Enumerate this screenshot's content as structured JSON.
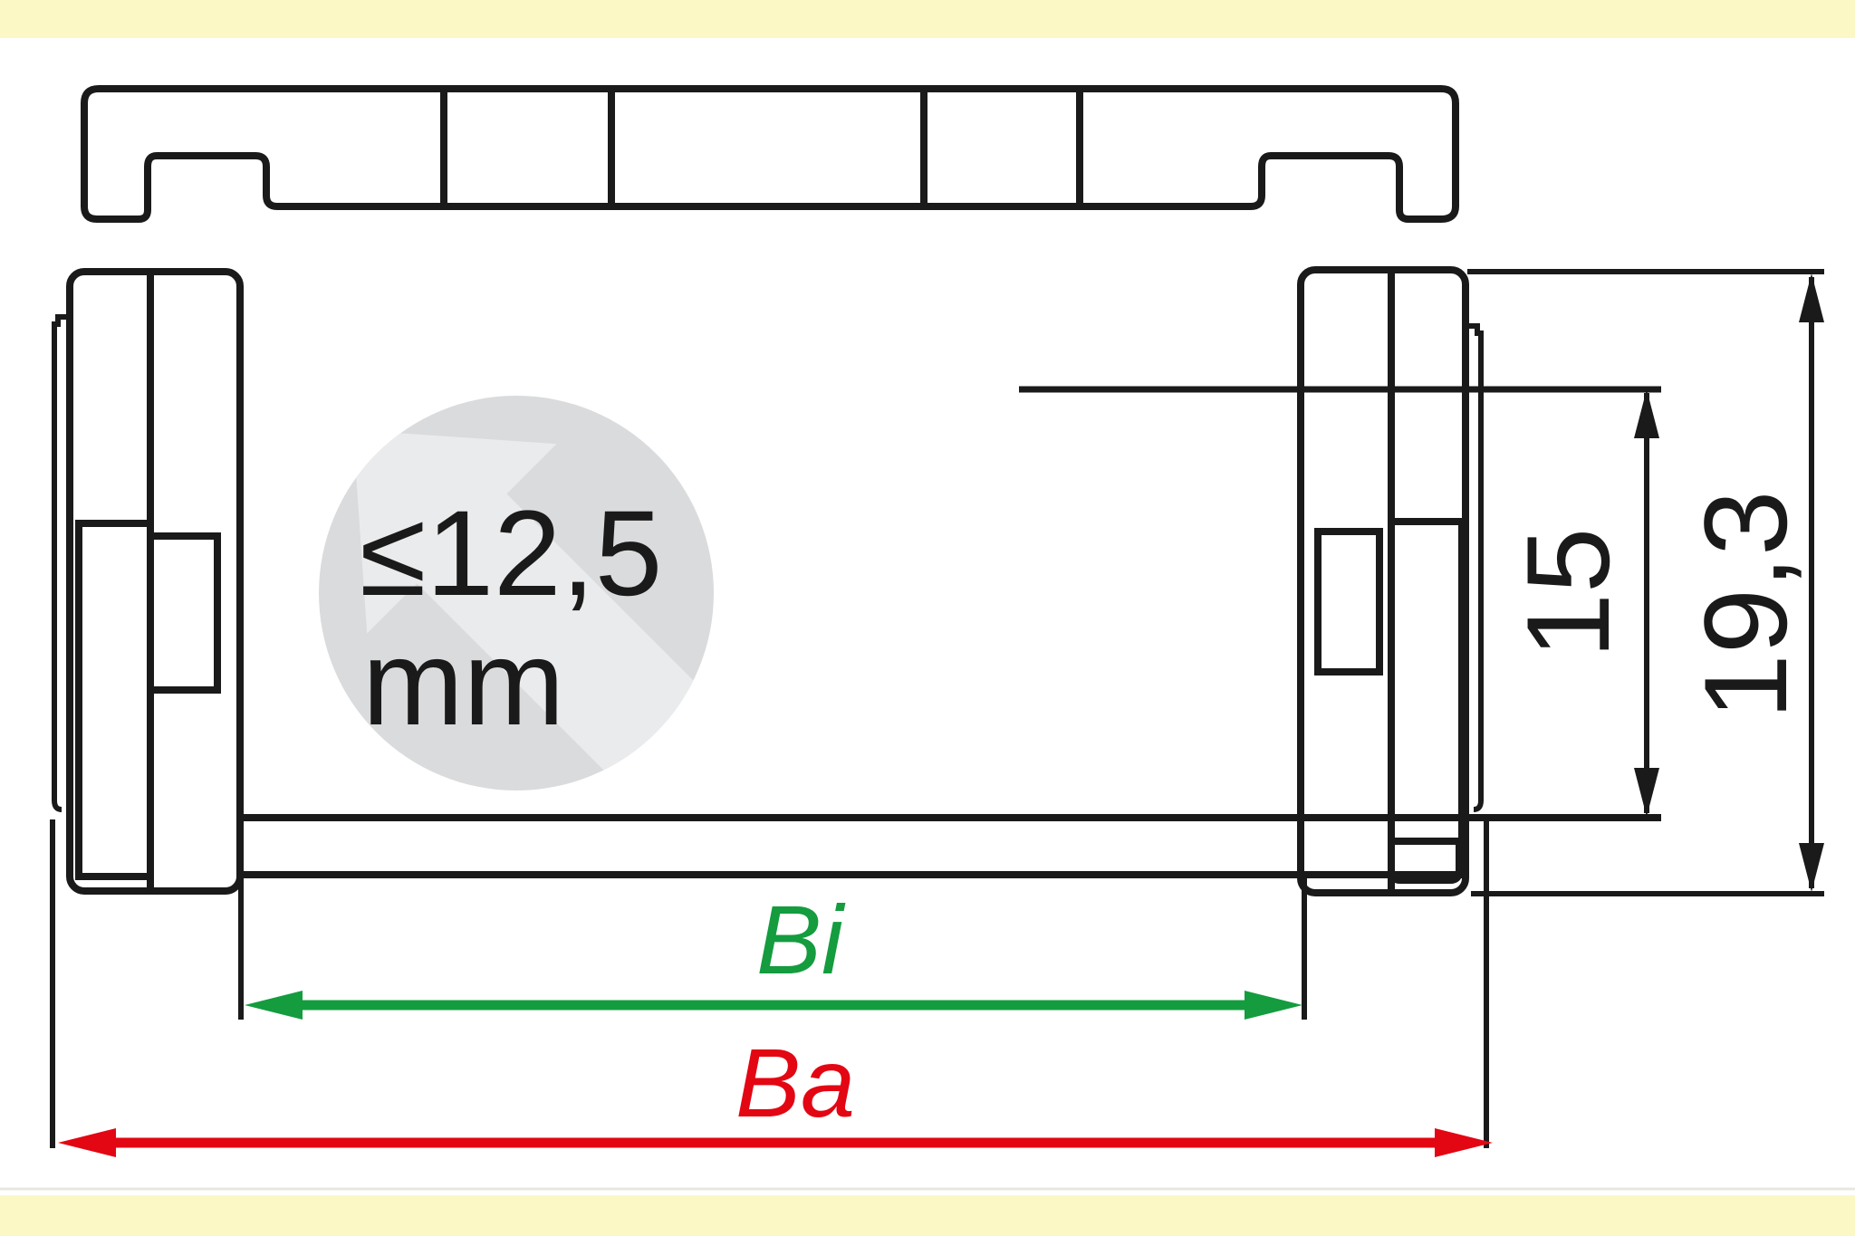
{
  "watermark": {
    "line1": "≤12,5",
    "line2": "mm"
  },
  "dims": {
    "d15": {
      "label": "15"
    },
    "d193": {
      "label": "19,3"
    },
    "bi": {
      "label": "Bi"
    },
    "ba": {
      "label": "Ba"
    }
  },
  "colors": {
    "line": "#1a1a1a",
    "band_yellow": "#fcf8c6",
    "separator_gray": "#e8e8e0",
    "circle_gray": "#d9dbdd",
    "arrow_gray": "#eaebec",
    "dim_green": "#149c3f",
    "dim_red": "#e30613"
  }
}
